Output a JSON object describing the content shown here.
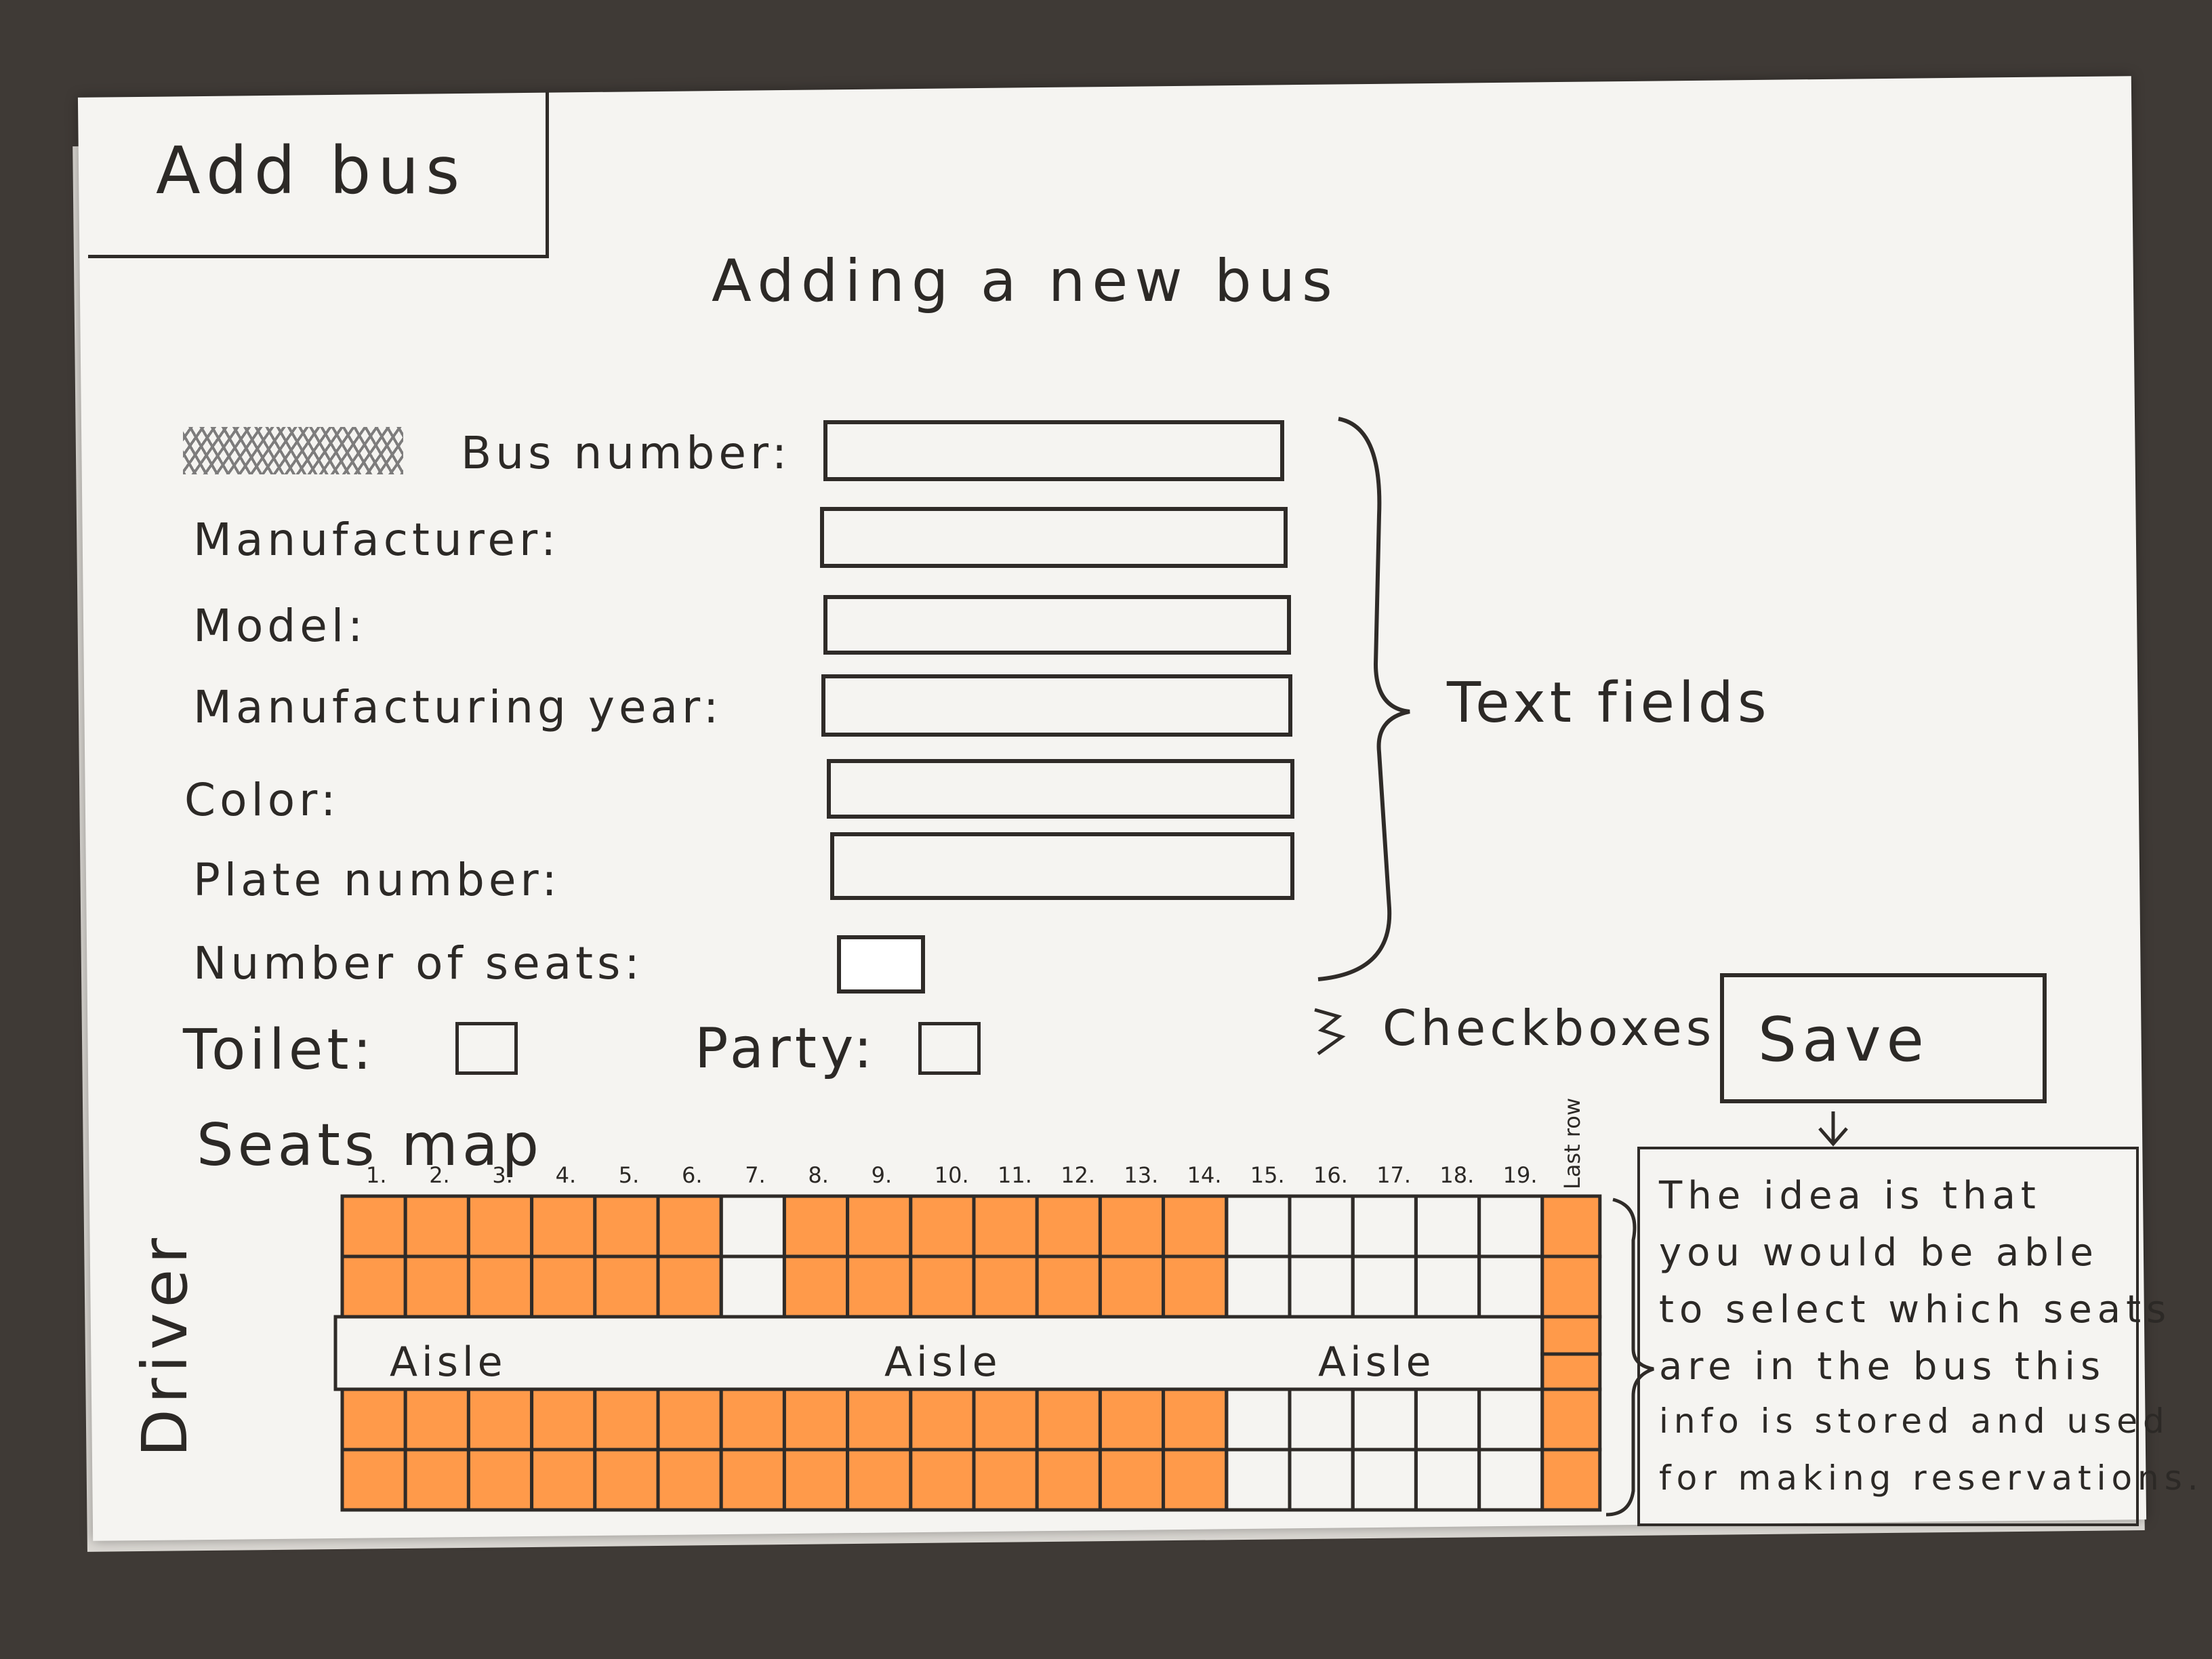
{
  "header": {
    "title": "Add bus"
  },
  "page_title": "Adding a new bus",
  "form": {
    "fields": [
      {
        "label": "Bus number:",
        "value": ""
      },
      {
        "label": "Manufacturer:",
        "value": ""
      },
      {
        "label": "Model:",
        "value": ""
      },
      {
        "label": "Manufacturing year:",
        "value": ""
      },
      {
        "label": "Color:",
        "value": ""
      },
      {
        "label": "Plate number:",
        "value": ""
      }
    ],
    "seats_count": {
      "label": "Number of seats:",
      "value": ""
    },
    "checkboxes": [
      {
        "label": "Toilet:",
        "checked": false
      },
      {
        "label": "Party:",
        "checked": false
      }
    ],
    "save_label": "Save"
  },
  "annotations": {
    "text_fields": "Text fields",
    "checkboxes": "Checkboxes",
    "note_lines": [
      "The idea is that",
      "you would be able",
      "to select which seats",
      "are in the bus this",
      "info is stored and used",
      "for making reservations."
    ]
  },
  "seats_map": {
    "title": "Seats map",
    "column_numbers": [
      "1.",
      "2.",
      "3.",
      "4.",
      "5.",
      "6.",
      "7.",
      "8.",
      "9.",
      "10.",
      "11.",
      "12.",
      "13.",
      "14.",
      "15.",
      "16.",
      "17.",
      "18.",
      "19."
    ],
    "last_row_label": "Last row",
    "aisle_label": "Aisle",
    "driver_label": "Driver",
    "selected_color": "#ff9a4a",
    "rows": [
      [
        1,
        1,
        1,
        1,
        1,
        1,
        0,
        1,
        1,
        1,
        1,
        1,
        1,
        1,
        0,
        0,
        0,
        0,
        0
      ],
      [
        1,
        1,
        1,
        1,
        1,
        1,
        0,
        1,
        1,
        1,
        1,
        1,
        1,
        1,
        0,
        0,
        0,
        0,
        0
      ],
      [
        1,
        1,
        1,
        1,
        1,
        1,
        1,
        1,
        1,
        1,
        1,
        1,
        1,
        1,
        0,
        0,
        0,
        0,
        0
      ],
      [
        1,
        1,
        1,
        1,
        1,
        1,
        1,
        1,
        1,
        1,
        1,
        1,
        1,
        1,
        0,
        0,
        0,
        0,
        0
      ]
    ],
    "last_row_selected": [
      1,
      1,
      1,
      1,
      1,
      1
    ]
  }
}
